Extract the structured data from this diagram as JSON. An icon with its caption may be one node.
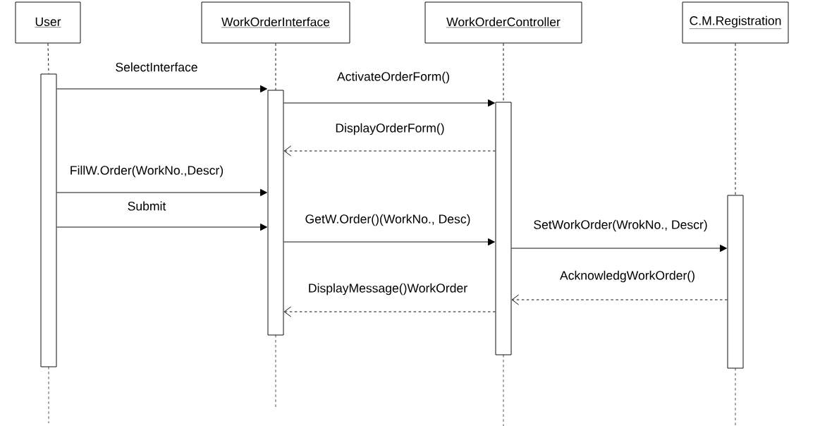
{
  "diagram": {
    "nodes": [
      {
        "text": [
          "User"
        ]
      },
      {
        "text": [
          "WorkOrderInterface"
        ]
      },
      {
        "text": [
          "WorkOrderController"
        ]
      },
      {
        "text": [
          "C.M.Registration"
        ]
      },
      {
        "text": [],
        "shape": "bar"
      },
      {
        "text": [],
        "shape": "bar"
      },
      {
        "text": [],
        "shape": "bar"
      },
      {
        "text": [],
        "shape": "bar"
      }
    ],
    "edges": [
      {
        "from": 0,
        "to": 4,
        "arrow": "none",
        "style": "dashed"
      },
      {
        "from": 1,
        "to": 5,
        "arrow": "none",
        "style": "dashed"
      },
      {
        "from": 2,
        "to": 6,
        "arrow": "none",
        "style": "dashed"
      },
      {
        "from": 3,
        "to": 7,
        "arrow": "none",
        "style": "dashed"
      },
      {
        "from": 4,
        "to": 5,
        "arrow": "to",
        "label": "SelectInterface"
      },
      {
        "from": 5,
        "to": 6,
        "arrow": "to",
        "label": "ActivateOrderForm()"
      },
      {
        "from": 6,
        "to": 5,
        "arrow": "to",
        "label": "DisplayOrderForm()",
        "style": "dashed"
      },
      {
        "from": 4,
        "to": 5,
        "arrow": "to",
        "label": "FillW.Order(WorkNo.,Descr)"
      },
      {
        "from": 4,
        "to": 5,
        "arrow": "to",
        "label": "Submit"
      },
      {
        "from": 5,
        "to": 6,
        "arrow": "to",
        "label": "GetW.Order()(WorkNo., Desc)"
      },
      {
        "from": 6,
        "to": 7,
        "arrow": "to",
        "label": "SetWorkOrder(WrokNo., Descr)"
      },
      {
        "from": 7,
        "to": 6,
        "arrow": "to",
        "label": "AcknowledgWorkOrder()",
        "style": "dashed"
      },
      {
        "from": 6,
        "to": 5,
        "arrow": "to",
        "label": "DisplayMessage()WorkOrder",
        "style": "dashed"
      }
    ]
  }
}
